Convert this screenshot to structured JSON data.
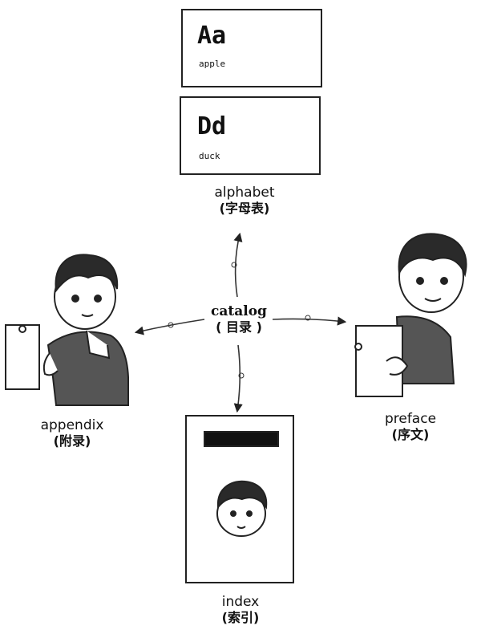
{
  "center": {
    "en": "catalog",
    "zh": "( 目录 )"
  },
  "alphabet": {
    "en": "alphabet",
    "zh": "(字母表)"
  },
  "appendix": {
    "en": "appendix",
    "zh": "(附录)"
  },
  "preface": {
    "en": "preface",
    "zh": "(序文)"
  },
  "index": {
    "en": "index",
    "zh": "(索引)"
  },
  "cards": [
    {
      "letters": "Aa",
      "word": "apple",
      "icon": "apple-icon"
    },
    {
      "letters": "Dd",
      "word": "duck",
      "icon": "duck-icon"
    }
  ]
}
